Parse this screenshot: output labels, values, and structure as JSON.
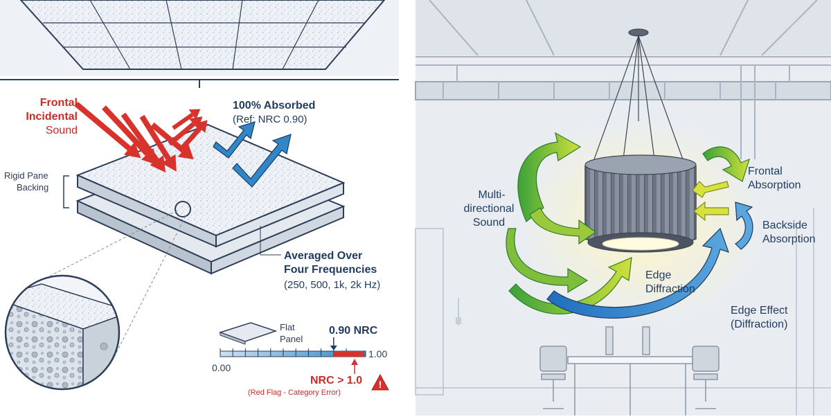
{
  "left_panel": {
    "frontal_label": [
      "Frontal",
      "Incidental",
      "Sound"
    ],
    "absorbed_title": "100% Absorbed",
    "absorbed_ref": "(Ref: NRC 0.90)",
    "backing_label": [
      "Rigid Pane",
      "Backing"
    ],
    "averaged_label": [
      "Averaged Over",
      "Four Frequencies"
    ],
    "frequencies": "(250, 500, 1k, 2k Hz)",
    "flat_panel_label": [
      "Flat",
      "Panel"
    ],
    "nrc_value": "0.90 NRC",
    "scale_min": "0.00",
    "scale_max": "1.00",
    "nrc_over": "NRC > 1.0",
    "red_flag": "(Red Flag - Category Error)",
    "scale": {
      "min": 0,
      "max": 1,
      "marker": 0.9,
      "ticks": [
        0,
        0.1,
        0.2,
        0.3,
        0.4,
        0.5,
        0.6,
        0.7,
        0.8,
        0.9,
        1
      ]
    }
  },
  "right_panel": {
    "multi_label": [
      "Multi-",
      "directional",
      "Sound"
    ],
    "frontal_abs": [
      "Frontal",
      "Absorption"
    ],
    "backside_abs": [
      "Backside",
      "Absorption"
    ],
    "edge_diff": [
      "Edge",
      "Diffraction"
    ],
    "edge_effect": [
      "Edge Effect",
      "(Diffraction)"
    ]
  },
  "colors": {
    "red": "#d8322c",
    "blue": "#2f86c8",
    "navy": "#1f3a5f",
    "green": "#5ab33c",
    "yellow": "#d9e23a"
  }
}
